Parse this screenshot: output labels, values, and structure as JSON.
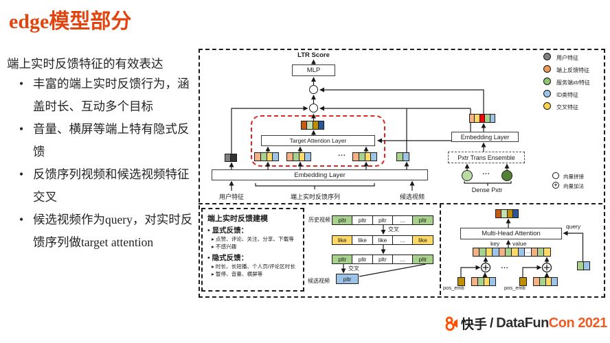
{
  "dots": "...",
  "palette": {
    "O": "#F4B183",
    "G": "#A9D18E",
    "Y": "#FFD966",
    "B": "#9DC3E6",
    "DO": "#C55A11",
    "LG": "#C6E0B4",
    "DY": "#BF8F00",
    "DB": "#2E5597",
    "R": "#FF0000",
    "GR": "#808080",
    "DK": "#333333",
    "W": "#FFFFFF"
  },
  "left": {
    "title": "edge模型部分",
    "title_color": "#E2440F",
    "subtitle": "端上实时反馈特征的有效表达",
    "bullets": [
      "丰富的端上实时反馈行为，涵盖时长、互动多个目标",
      "音量、横屏等端上特有隐式反馈",
      "反馈序列视频和候选视频特征交叉",
      "候选视频作为query，对实时反馈序列做target attention"
    ]
  },
  "top": {
    "ltr": "LTR Score",
    "mlp": "MLP",
    "tal": "Target Attention Layer",
    "embedding_layer": "Embedding Layer",
    "embedding_layer_r": "Embedding Layer",
    "pxtr_ensemble": "Pxtr Trans Ensemble",
    "dense_pxtr": "Dense Pxtr",
    "user_label": "用户特征",
    "seq_label": "端上实时反馈序列",
    "cand_label": "候选视频",
    "dots": "...",
    "dense_light": "#BCDCA6",
    "dense_dark": "#538135",
    "strips": {
      "tal_out": [
        "DO",
        "LG",
        "DY",
        "DB"
      ],
      "seq1": [
        "O",
        "G",
        "Y",
        "B"
      ],
      "seq2": [
        "O",
        "G",
        "Y",
        "B"
      ],
      "seq3": [
        "O",
        "G",
        "Y",
        "B"
      ],
      "user": [
        "GR",
        "DK"
      ],
      "cand": [
        "G",
        "B"
      ],
      "pxtr": [
        "O",
        "Y",
        "R",
        "G",
        "B"
      ]
    }
  },
  "legend": {
    "items": [
      {
        "label": "用户特征",
        "color": "#808080"
      },
      {
        "label": "端上反馈特征",
        "color": "#ED9A56"
      },
      {
        "label": "服务端xtr特征",
        "color": "#92C572"
      },
      {
        "label": "ID类特征",
        "color": "#9DC3E6"
      },
      {
        "label": "交叉特征",
        "color": "#FFD34D"
      }
    ],
    "concat_label": "向量拼接",
    "add_label": "向量加法",
    "add_symbol": "+"
  },
  "feedback_box": {
    "title": "端上实时反馈建模",
    "explicit_heading": "显式反馈：",
    "explicit_items": [
      "点赞、评论、关注、分享、下载等",
      "不感兴趣"
    ],
    "implicit_heading": "隐式反馈：",
    "implicit_items": [
      "时长、长短播、个人页/评论区时长",
      "暂停、音量、横屏等"
    ]
  },
  "seq_panel": {
    "history_label": "历史视频",
    "candidate_label": "候选视频",
    "cross1": "交叉",
    "cross2": "交叉",
    "rows": [
      [
        {
          "t": "pltr",
          "c": "G"
        },
        {
          "t": "pltr",
          "c": "W"
        },
        {
          "t": "pltr",
          "c": "W"
        },
        {
          "t": "...",
          "c": "W"
        },
        {
          "t": "pltr",
          "c": "G"
        }
      ],
      [
        {
          "t": "like",
          "c": "Y"
        },
        {
          "t": "like",
          "c": "W"
        },
        {
          "t": "like",
          "c": "W"
        },
        {
          "t": "...",
          "c": "W"
        },
        {
          "t": "like",
          "c": "Y"
        }
      ],
      [
        {
          "t": "pltr",
          "c": "G"
        },
        {
          "t": "pltr",
          "c": "W"
        },
        {
          "t": "pltr",
          "c": "W"
        },
        {
          "t": "...",
          "c": "W"
        },
        {
          "t": "pltr",
          "c": "G"
        }
      ]
    ],
    "candidate_cell": {
      "t": "pltr",
      "c": "B"
    }
  },
  "mha_panel": {
    "title": "Multi-Head Attention",
    "query": "query",
    "key": "key",
    "value": "value",
    "pos_emb1": "pos_emb",
    "pos_emb2": "pos_emb",
    "dots": "...",
    "strips": {
      "out": [
        "DO",
        "LG",
        "DY",
        "DB"
      ],
      "kv": [
        "O",
        "G",
        "Y",
        "B",
        "O",
        "G",
        "Y",
        "B",
        "dots",
        "O",
        "G",
        "Y"
      ],
      "query": [
        "G",
        "B"
      ],
      "pos1_cell": [
        "DY"
      ],
      "pos1": [
        "O",
        "G",
        "Y",
        "B"
      ],
      "pos2_cell": [
        "DY"
      ],
      "pos2": [
        "O",
        "G",
        "Y",
        "B"
      ]
    }
  },
  "footer": {
    "kuaishou": "快手",
    "separator": "/",
    "brand_dark": "DataFun",
    "brand_orange": "Con 2021",
    "orange": "#F05A23",
    "logo_color": "#FF4E00"
  }
}
